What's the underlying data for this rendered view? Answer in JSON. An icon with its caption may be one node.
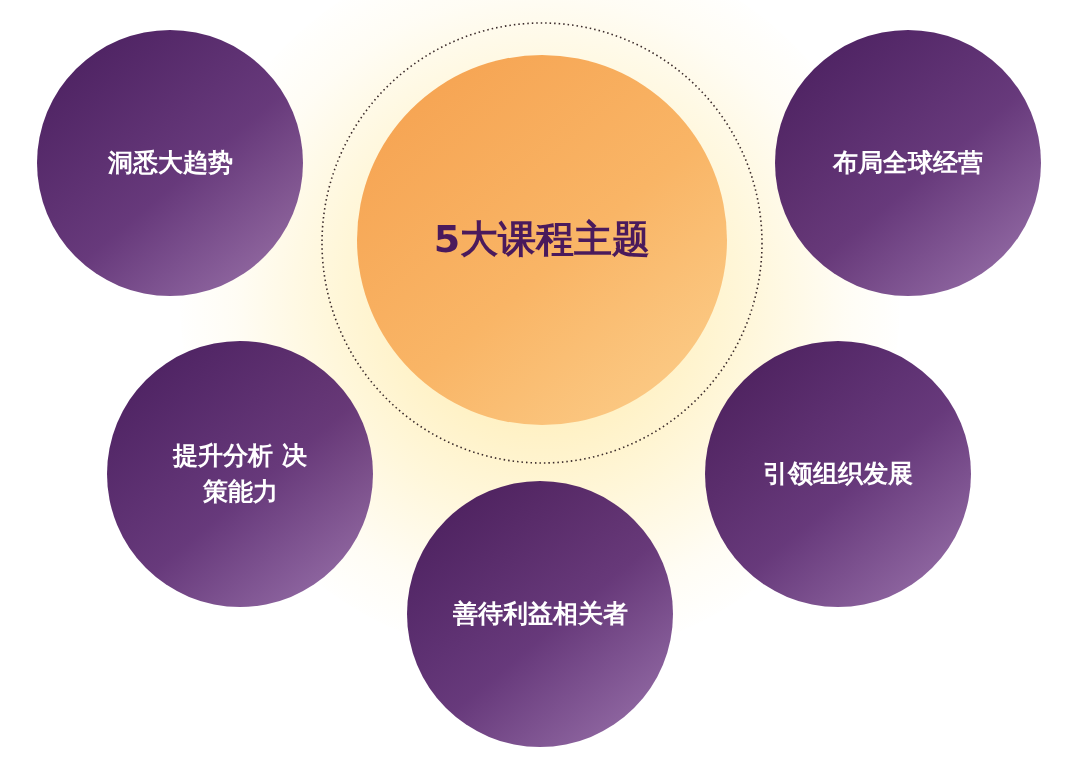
{
  "diagram": {
    "nodes": [
      {
        "text": [
          "5大课程主题"
        ]
      },
      {
        "text": [
          "洞悉大趋势"
        ]
      },
      {
        "text": [
          "布局全球经营"
        ]
      },
      {
        "text": [
          "提升分析 决策能力"
        ]
      },
      {
        "text": [
          "引领组织发展"
        ]
      },
      {
        "text": [
          "善待利益相关者"
        ]
      }
    ]
  }
}
